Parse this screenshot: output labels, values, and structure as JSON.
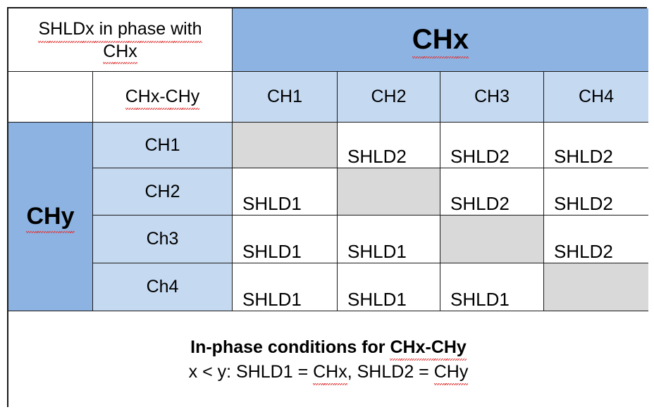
{
  "table": {
    "corner_title": "SHLDx in phase with CHx",
    "corner_title_squiggle": "SHLDx",
    "corner_title_rest": " in phase with CHx",
    "corner_title_line1": "SHLDx in phase with",
    "corner_title_line2": "CHx",
    "column_group_title": "CHx",
    "row_group_title": "CHy",
    "pair_header": "CHx-CHy",
    "blank_corner": "",
    "column_headers": [
      "CH1",
      "CH2",
      "CH3",
      "CH4"
    ],
    "row_headers": [
      "CH1",
      "CH2",
      "Ch3",
      "Ch4"
    ],
    "matrix": [
      [
        "",
        "SHLD2",
        "SHLD2",
        "SHLD2"
      ],
      [
        "SHLD1",
        "",
        "SHLD2",
        "SHLD2"
      ],
      [
        "SHLD1",
        "SHLD1",
        "",
        "SHLD2"
      ],
      [
        "SHLD1",
        "SHLD1",
        "SHLD1",
        ""
      ]
    ],
    "diagonal_blank_fill": "#d9d9d9",
    "footer": {
      "line1": "In-phase conditions for CHx-CHy",
      "line1_plain": "In-phase conditions for ",
      "line1_squiggle": "CHx-CHy",
      "line2": "x < y: SHLD1 = CHx, SHLD2 = CHy",
      "line2_part1": "x < y: SHLD1 = ",
      "line2_sq1": "CHx",
      "line2_part2": ", SHLD2 = ",
      "line2_sq2": "CHy"
    }
  },
  "colors": {
    "header_blue": "#8db3e2",
    "cell_light_blue": "#c5d9f1",
    "diagonal_gray": "#d9d9d9",
    "background": "#ffffff",
    "border": "#1a1a1a",
    "spellcheck_red": "#e03030"
  }
}
